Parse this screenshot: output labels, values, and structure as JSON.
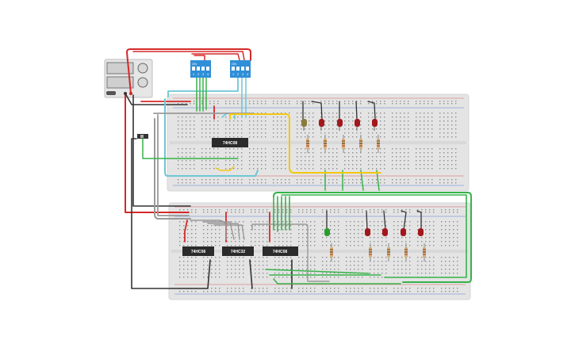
{
  "canvas": {
    "background": "#ffffff"
  },
  "colors": {
    "breadboard": "#e4e4e4",
    "breadboard_edge": "#d6d6d6",
    "hole": "#8d8d8d",
    "rail_red": "#d85b5b",
    "rail_blue": "#5b7fd8",
    "chip": "#2b2b2b",
    "dip_switch": "#2f8fd8",
    "wire_red": "#d62828",
    "wire_black": "#333333",
    "wire_green": "#37b34a",
    "wire_yellow": "#f2c811",
    "wire_cyan": "#6cc7d4",
    "wire_gray": "#9a9a9a",
    "led_red": "#a3161c",
    "led_green": "#2a9b2e",
    "led_yellow": "#8b7a3a",
    "resistor": "#d9b27a"
  },
  "components": {
    "power_supply": {
      "icon": "power-supply-icon"
    },
    "slide_switch": {
      "icon": "slide-switch-icon"
    },
    "dip_switches": [
      {
        "label": "ON",
        "pins": [
          "1",
          "2",
          "3",
          "4"
        ]
      },
      {
        "label": "ON",
        "pins": [
          "1",
          "2",
          "3",
          "4"
        ]
      }
    ],
    "chips": [
      {
        "label": "74HC08"
      },
      {
        "label": "74HC08"
      },
      {
        "label": "74HC32"
      },
      {
        "label": "74HC08"
      }
    ],
    "leds_top": [
      "yellow",
      "red",
      "red",
      "red",
      "red"
    ],
    "leds_bottom": [
      "green",
      "red",
      "red",
      "red",
      "red"
    ]
  }
}
